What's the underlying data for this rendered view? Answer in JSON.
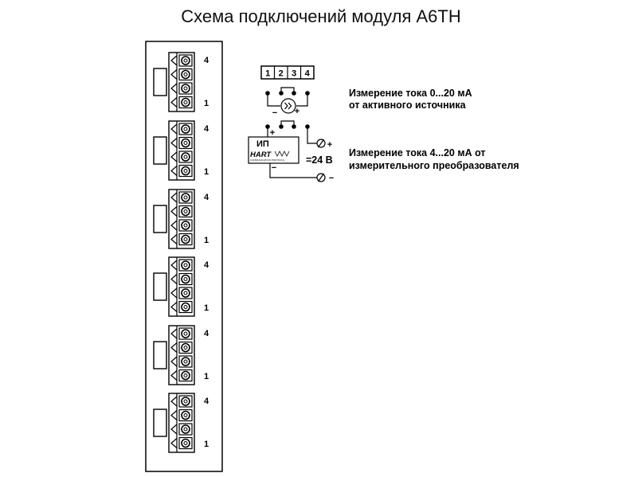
{
  "title": "Схема подключений модуля А6ТН",
  "terminal_labels": {
    "top": "4",
    "bottom": "1"
  },
  "terminal_numbers": [
    "1",
    "2",
    "3",
    "4"
  ],
  "polarity": {
    "plus": "+",
    "minus": "−"
  },
  "transducer": {
    "label": "ИП",
    "hart": "HART",
    "hart_sub": "COMMUNICATION PROTOCOL"
  },
  "voltage": "=24 В",
  "connection_1": {
    "line1": "Измерение тока 0...20 мА",
    "line2": "от активного источника"
  },
  "connection_2": {
    "line1": "Измерение тока 4...20 мА от",
    "line2": "измерительного преобразователя"
  }
}
